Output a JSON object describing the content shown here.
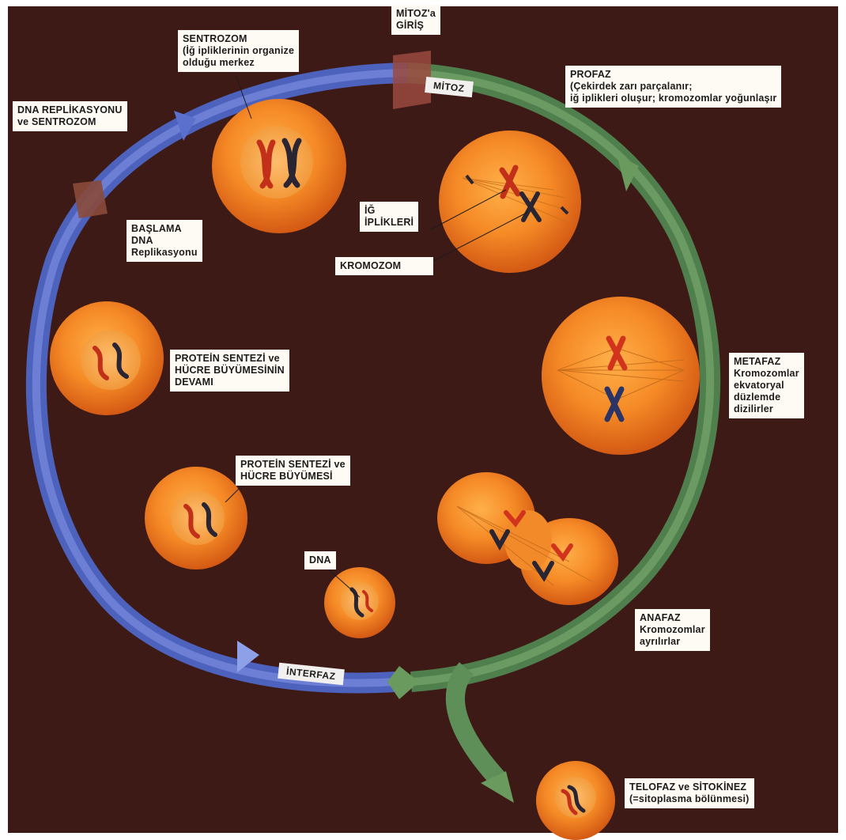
{
  "labels": {
    "mitoz_giris": [
      "MİTOZ'a",
      "GİRİŞ"
    ],
    "sentrozom": [
      "SENTROZOM",
      "(İğ ipliklerinin organize",
      "olduğu merkez"
    ],
    "dna_replikasyonu": [
      "DNA REPLİKASYONU",
      "ve SENTROZOM"
    ],
    "profaz": [
      "PROFAZ",
      "(Çekirdek zarı parçalanır;",
      "iğ iplikleri oluşur; kromozomlar yoğunlaşır"
    ],
    "baslama": [
      "BAŞLAMA",
      "DNA",
      "Replikasyonu"
    ],
    "ig_iplikleri": [
      "İĞ",
      "İPLİKLERİ"
    ],
    "kromozom": [
      "KROMOZOM"
    ],
    "protein_devami": [
      "PROTEİN SENTEZİ ve",
      "HÜCRE BÜYÜMESİNİN",
      "DEVAMI"
    ],
    "metafaz": [
      "METAFAZ",
      "Kromozomlar",
      "ekvatoryal",
      "düzlemde",
      "dizilirler"
    ],
    "protein_buyume": [
      "PROTEİN SENTEZİ ve",
      "HÜCRE BÜYÜMESİ"
    ],
    "dna": [
      "DNA"
    ],
    "anafaz": [
      "ANAFAZ",
      "Kromozomlar",
      "ayrılırlar"
    ],
    "telofaz": [
      "TELOFAZ ve SİTOKİNEZ",
      "(=sitoplasma bölünmesi)"
    ]
  },
  "arrow_labels": {
    "mitoz": "MİTOZ",
    "interfaz": "İNTERFAZ"
  },
  "colors": {
    "background": "#3e1a17",
    "interphase_arrow": "#5a6fc8",
    "mitosis_arrow": "#5a8a55",
    "cell": "#f07a1f",
    "chromosome_red": "#d2331c",
    "chromosome_dark": "#2a2533",
    "label_bg": "#fdfbf4"
  }
}
